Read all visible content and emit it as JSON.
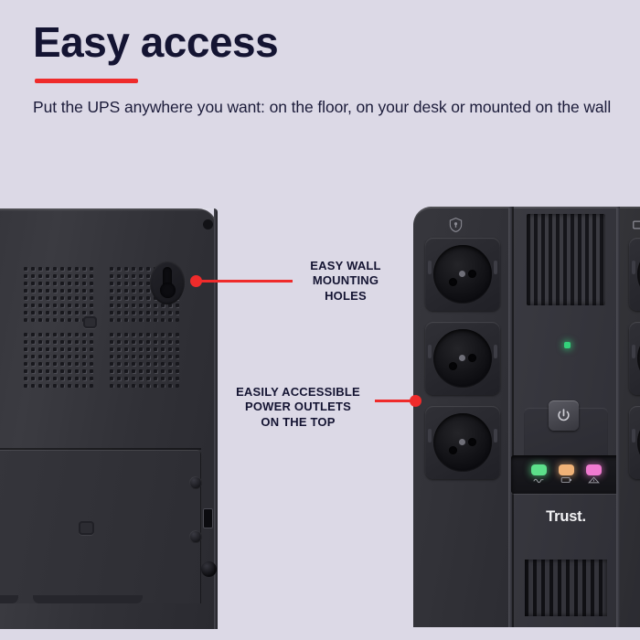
{
  "header": {
    "title": "Easy access",
    "subtitle": "Put the UPS anywhere you want: on the floor,\non your desk or mounted on the wall",
    "accent_color": "#ef2b2b",
    "title_color": "#141432",
    "background_color": "#dcd9e6"
  },
  "callouts": [
    {
      "id": "wall-mounting",
      "text": "EASY WALL\nMOUNTING\nHOLES",
      "color": "#141432",
      "leader_color": "#ef2b2b"
    },
    {
      "id": "power-outlets",
      "text": "EASILY ACCESSIBLE\nPOWER OUTLETS\nON THE TOP",
      "color": "#141432",
      "leader_color": "#ef2b2b"
    }
  ],
  "device_rear": {
    "name": "UPS rear panel",
    "features": [
      "ventilation dot grid",
      "keyhole wall mount slot",
      "screw boss",
      "side slot vents",
      "battery compartment door",
      "rubber feet"
    ]
  },
  "device_front": {
    "name": "UPS front panel",
    "brand": "Trust.",
    "icons": {
      "surge": "shield-icon",
      "battery": "battery-icon",
      "power": "power-icon"
    },
    "status_leds": [
      {
        "label": "AC mains",
        "glyph": "waveform",
        "color": "#5ce08a"
      },
      {
        "label": "Battery",
        "glyph": "battery",
        "color": "#f0b277"
      },
      {
        "label": "Fault",
        "glyph": "warning",
        "color": "#f07ad0"
      }
    ],
    "standby_led_color": "#33d17a",
    "outlet_count_visible": 6
  }
}
